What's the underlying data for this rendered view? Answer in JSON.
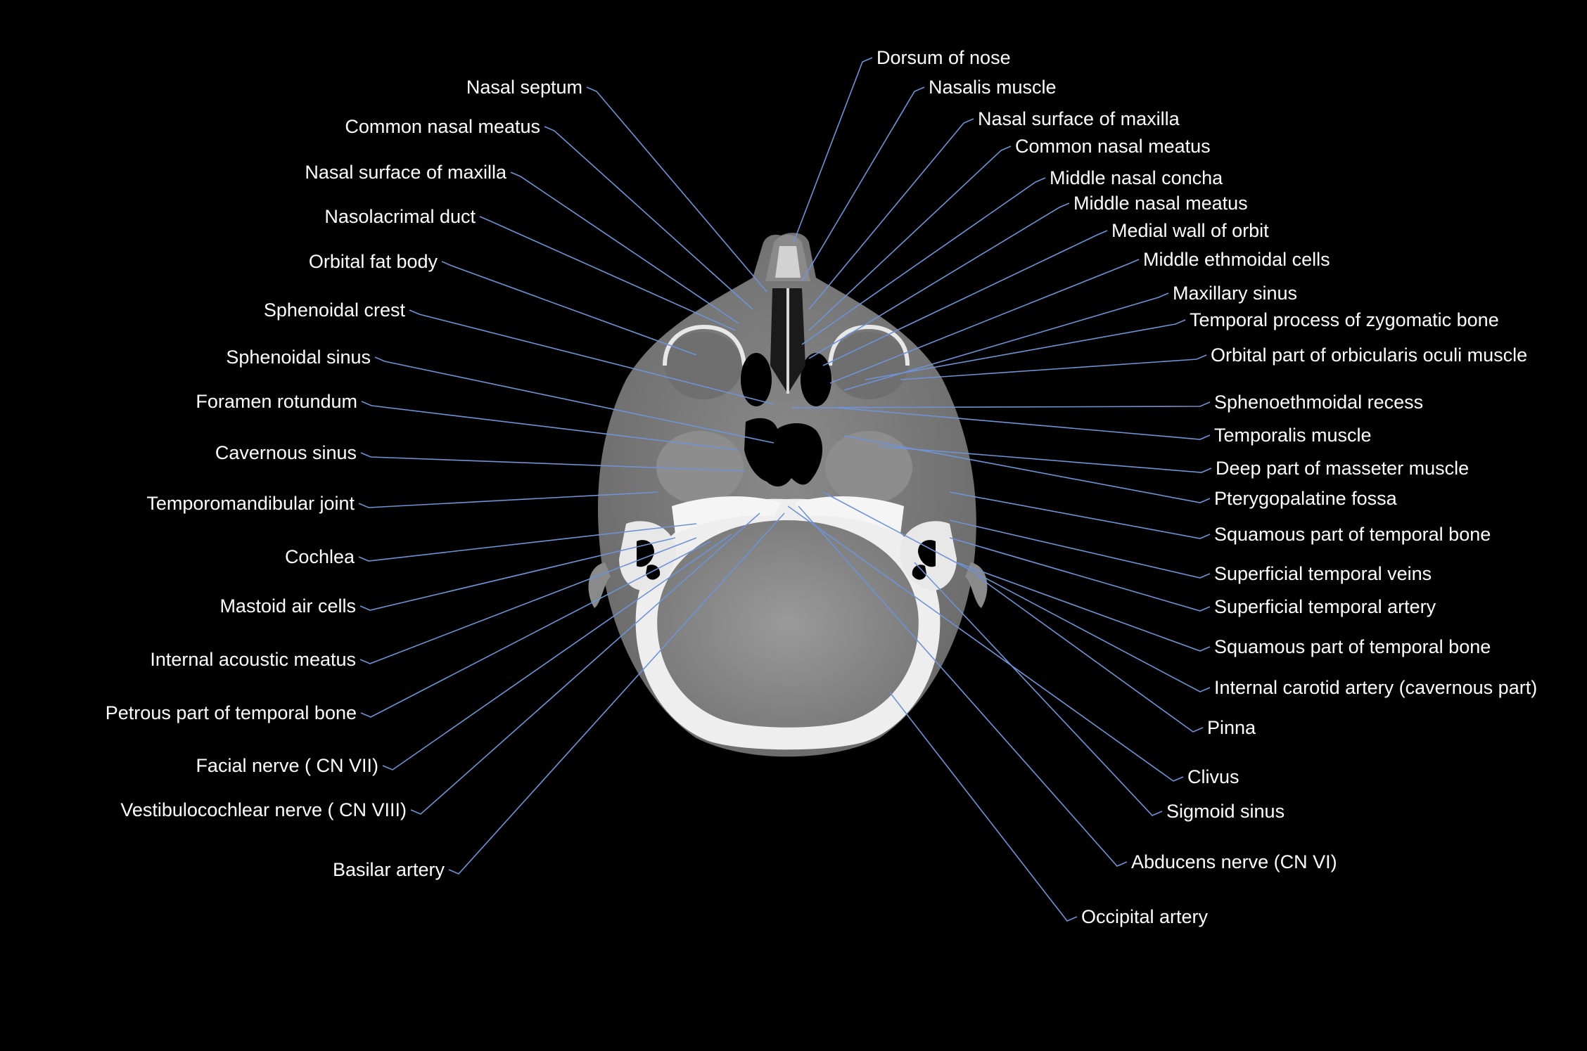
{
  "labels_left": [
    "Nasal septum",
    "Common nasal meatus",
    "Nasal surface of maxilla",
    "Nasolacrimal duct",
    "Orbital fat body",
    "Sphenoidal crest",
    "Sphenoidal sinus",
    "Foramen rotundum",
    "Cavernous sinus",
    "Temporomandibular joint",
    "Cochlea",
    "Mastoid air cells",
    "Internal acoustic meatus",
    "Petrous part of temporal bone",
    "Facial nerve ( CN VII)",
    "Vestibulocochlear nerve ( CN VIII)",
    "Basilar artery"
  ],
  "labels_right": [
    "Dorsum of nose",
    "Nasalis muscle",
    "Nasal surface of maxilla",
    "Common nasal meatus",
    "Middle nasal concha",
    "Middle nasal meatus",
    "Medial wall of orbit",
    "Middle ethmoidal cells",
    "Maxillary sinus",
    "Temporal process of zygomatic bone",
    "Orbital part of orbicularis oculi muscle",
    "Sphenoethmoidal recess",
    "Temporalis muscle",
    "Deep part of masseter muscle",
    "Pterygopalatine fossa",
    "Squamous part of temporal bone",
    "Superficial temporal veins",
    "Superficial temporal artery",
    "Squamous part of temporal bone",
    "Internal carotid artery (cavernous part)",
    "Pinna",
    "Clivus",
    "Sigmoid sinus",
    "Abducens nerve (CN VI)",
    "Occipital artery"
  ],
  "colors": {
    "background": "#000000",
    "label_text": "#ffffff",
    "leader_line": "#6f93d6",
    "bone": "#f2f2f2",
    "soft_tissue": "#7a7a7a",
    "brain": "#8c8c8c",
    "air": "#000000"
  }
}
